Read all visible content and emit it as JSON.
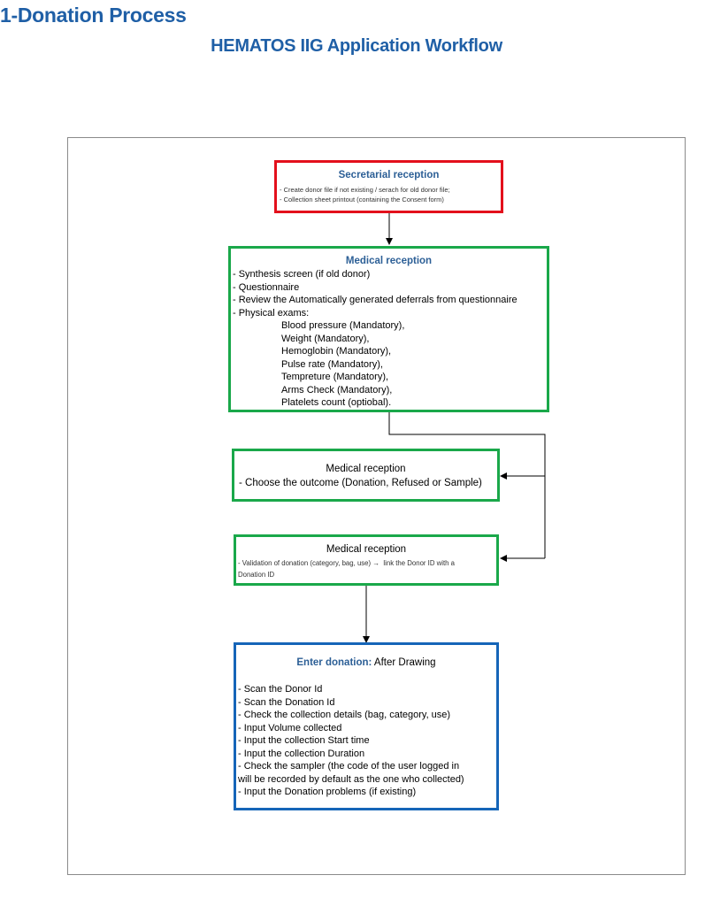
{
  "header": {
    "title": "1-Donation Process",
    "subtitle": "HEMATOS IIG Application Workflow"
  },
  "colors": {
    "heading": "#1f5fa6",
    "box_title": "#2c5f96",
    "red_border": "#e3101c",
    "green_border": "#1aa84a",
    "blue_border": "#1565b8"
  },
  "boxes": {
    "secretarial": {
      "title": "Secretarial reception",
      "lines": [
        "- Create donor file if not existing / serach for old donor file;",
        "- Collection sheet printout (containing the Consent form)"
      ]
    },
    "medical1": {
      "title": "Medical reception",
      "lines": [
        "- Synthesis screen (if old donor)",
        "- Questionnaire",
        "- Review the Automatically generated deferrals from questionnaire",
        "- Physical exams:"
      ],
      "exams": [
        "Blood pressure (Mandatory),",
        "Weight (Mandatory),",
        "Hemoglobin (Mandatory),",
        "Pulse rate (Mandatory),",
        "Tempreture (Mandatory),",
        "Arms Check (Mandatory),",
        "Platelets count (optiobal)."
      ]
    },
    "medical2": {
      "title": "Medical reception",
      "line": "- Choose the outcome (Donation, Refused or Sample)"
    },
    "medical3": {
      "title": "Medical reception",
      "line1": "- Validation of donation (category, bag, use) →  link the Donor ID with a",
      "line2": "Donation ID"
    },
    "enter": {
      "title_bold": "Enter donation:",
      "title_rest": " After Drawing",
      "lines": [
        "- Scan the Donor Id",
        "- Scan the Donation Id",
        "- Check the collection details (bag, category, use)",
        "- Input Volume collected",
        "- Input the collection Start time",
        "- Input the collection Duration",
        "- Check the sampler (the code of the user logged in",
        "will be recorded by default as the one who collected)",
        "- Input the Donation problems (if existing)"
      ]
    }
  }
}
